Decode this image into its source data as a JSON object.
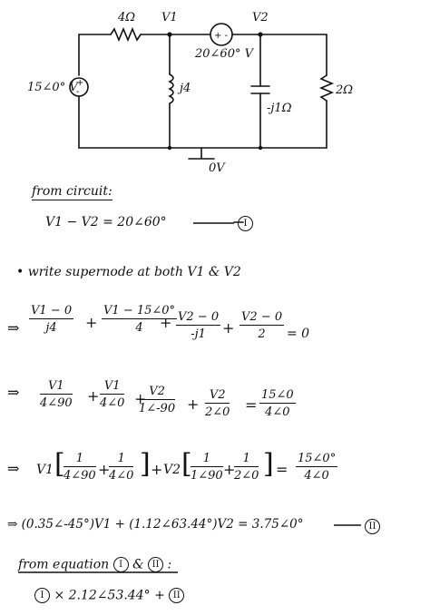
{
  "circuit": {
    "r1_label": "4Ω",
    "v1_label": "V1",
    "v2_label": "V2",
    "vsrc_dep_label": "20∠60° V",
    "vsrc_left_label": "15∠0° V",
    "inductor_label": "j4",
    "capacitor_label": "-j1Ω",
    "r2_label": "2Ω",
    "ground_label": "0V"
  },
  "lines": {
    "from_circuit": "from circuit:",
    "eq1": "V1 − V2 = 20∠60°",
    "eq1_tag": "I",
    "supernode": "write supernode at both V1 & V2",
    "row1": {
      "arrow": "⇒",
      "f1n": "V1 − 0",
      "f1d": "j4",
      "f2n": "V1 − 15∠0°",
      "f2d": "4",
      "f3n": "V2 − 0",
      "f3d": "-j1",
      "f4n": "V2 − 0",
      "f4d": "2",
      "rhs": "= 0"
    },
    "row2": {
      "arrow": "⇒",
      "f1n": "V1",
      "f1d": "4∠90",
      "f2n": "V1",
      "f2d": "4∠0",
      "f3n": "V2",
      "f3d": "1∠-90",
      "f4n": "V2",
      "f4d": "2∠0",
      "eqsign": "=",
      "f5n": "15∠0",
      "f5d": "4∠0"
    },
    "row3": {
      "arrow": "⇒",
      "v1": "V1",
      "a_n": "1",
      "a_d": "4∠90",
      "b_n": "1",
      "b_d": "4∠0",
      "v2": "V2",
      "c_n": "1",
      "c_d": "1∠90",
      "d_n": "1",
      "d_d": "2∠0",
      "rhs_n": "15∠0°",
      "rhs_d": "4∠0"
    },
    "row4": "⇒ (0.35∠-45°)V1 + (1.12∠63.44°)V2 = 3.75∠0°",
    "row4_tag": "II",
    "from_eq": "from equation",
    "from_eq_tag1": "I",
    "from_eq_amp": "&",
    "from_eq_tag2": "II",
    "from_eq_colon": ":",
    "last_line": "× 2.12∠53.44° +",
    "last_tag1": "I",
    "last_tag2": "II"
  }
}
